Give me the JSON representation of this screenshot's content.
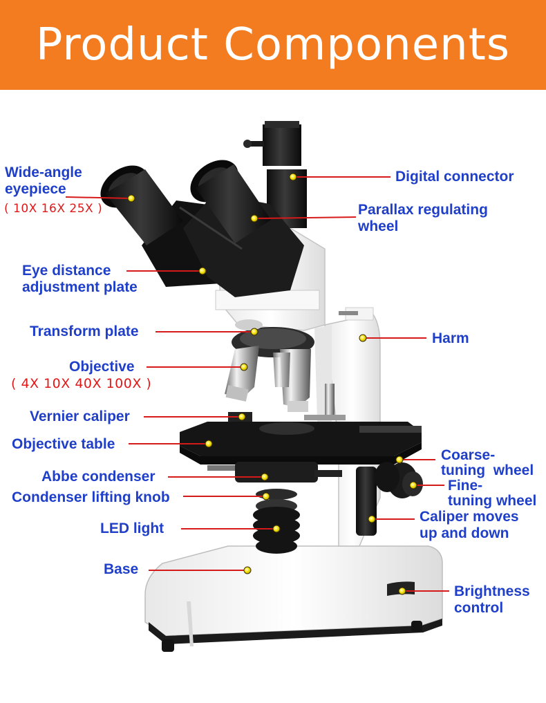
{
  "header": {
    "title": "Product  Components",
    "bg_color": "#f47c20"
  },
  "colors": {
    "label": "#1f3fc8",
    "spec": "#e01818",
    "leader": "#d61a1a",
    "marker": "#f5e000"
  },
  "labels": {
    "wide_angle_eyepiece": "Wide-angle\neyepiece",
    "eyepiece_spec": "( 10X 16X 25X )",
    "digital_connector": "Digital connector",
    "parallax_wheel": "Parallax regulating\nwheel",
    "eye_distance_plate": "Eye distance\nadjustment plate",
    "transform_plate": "Transform plate",
    "harm": "Harm",
    "objective": "Objective",
    "objective_spec": "( 4X  10X  40X 100X )",
    "vernier_caliper": "Vernier caliper",
    "objective_table": "Objective table",
    "coarse_wheel": "Coarse-\ntuning  wheel",
    "fine_wheel": "Fine-\ntuning wheel",
    "abbe_condenser": "Abbe condenser",
    "condenser_knob": "Condenser lifting knob",
    "led_light": "LED light",
    "caliper_moves": "Caliper moves\nup and down",
    "base": "Base",
    "brightness_control": "Brightness\ncontrol"
  }
}
